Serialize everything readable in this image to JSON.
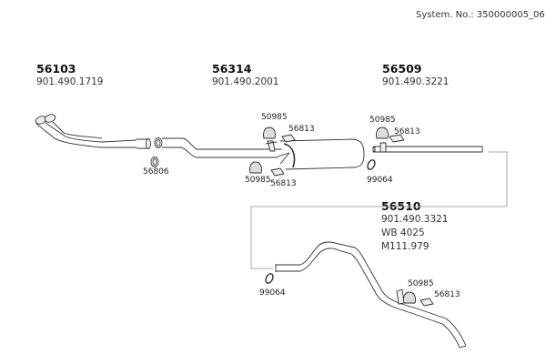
{
  "header": {
    "system_number": "System. No.: 350000005_06"
  },
  "groups": [
    {
      "part_number": "56103",
      "reference": "901.490.1719",
      "extra": []
    },
    {
      "part_number": "56314",
      "reference": "901.490.2001",
      "extra": []
    },
    {
      "part_number": "56509",
      "reference": "901.490.3221",
      "extra": []
    },
    {
      "part_number": "56510",
      "reference": "901.490.3321",
      "extra": [
        "WB 4025",
        "M111.979"
      ]
    }
  ],
  "callouts": {
    "gasket_front": "56806",
    "rubber_mount_upper_mid": "50985",
    "bracket_upper_mid": "56813",
    "rubber_mount_lower_mid": "50985",
    "bracket_lower_mid": "56813",
    "rubber_mount_upper_right": "50985",
    "bracket_upper_right": "56813",
    "clamp_mid": "99064",
    "clamp_rear": "99064",
    "rubber_mount_rear": "50985",
    "bracket_rear": "56813"
  },
  "colors": {
    "line": "#333333",
    "connector": "#aaaaaa",
    "part_fill": "#eeeeee"
  }
}
